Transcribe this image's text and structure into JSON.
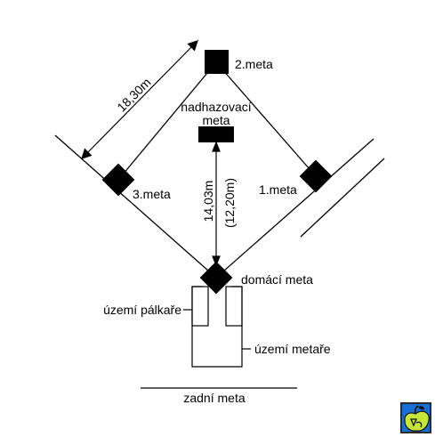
{
  "labels": {
    "second_base": "2.meta",
    "third_base": "3.meta",
    "first_base": "1.meta",
    "home_plate": "domácí meta",
    "pitcher_line1": "nadhazovací",
    "pitcher_line2": "meta",
    "base_distance": "18,30m",
    "pitch_distance": "14,03m",
    "pitch_distance_alt": "(12,20m)",
    "batter_area": "území pálkaře",
    "catcher_area": "území metaře",
    "backstop": "zadní meta"
  },
  "logo": {
    "name": "apple-logo-icon",
    "background": "#1a6fd4",
    "border": "#2b2b2b",
    "fill": "#c8e63a"
  },
  "colors": {
    "ink": "#000000",
    "background": "#ffffff"
  }
}
